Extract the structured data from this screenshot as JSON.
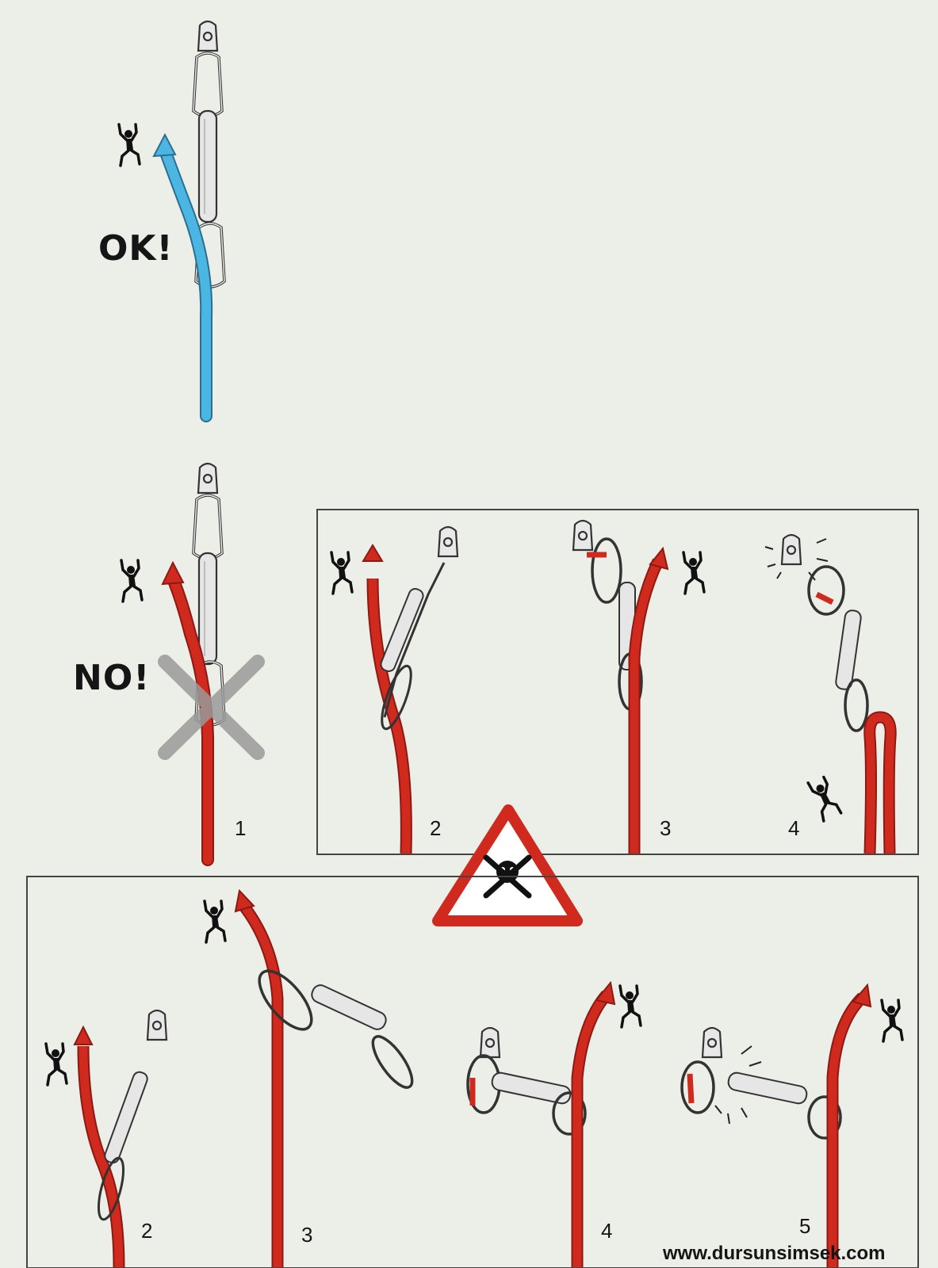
{
  "verdicts": {
    "ok": "OK!",
    "no": "NO!"
  },
  "top_steps": [
    "1",
    "2",
    "3",
    "4"
  ],
  "bottom_steps": [
    "2",
    "3",
    "4",
    "5"
  ],
  "credit": "www.dursunsimsek.com",
  "warning_icon": "skull-crossbones-warning-icon",
  "colors": {
    "background": "#eceee8",
    "rope_ok": "#4bb6e2",
    "rope_no": "#cf2a1d",
    "cross": "#9a9a9a",
    "panel_border": "#444444",
    "warning": "#cf2a1d"
  }
}
